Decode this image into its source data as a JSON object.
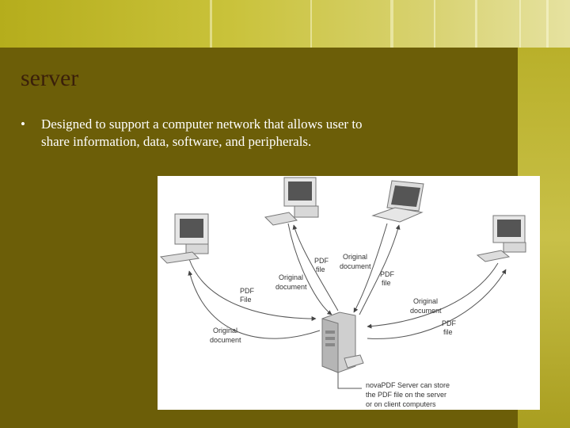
{
  "slide": {
    "title": "server",
    "bullet": "Designed to support a computer network that allows user to share information, data, software, and peripherals."
  },
  "diagram": {
    "labels": {
      "pdf_file_left": [
        "PDF",
        "File"
      ],
      "original_doc_left": [
        "Original",
        "document"
      ],
      "pdf_file_center": [
        "PDF",
        "file"
      ],
      "original_doc_center": [
        "Original",
        "document"
      ],
      "original_doc_top_right": [
        "Original",
        "document"
      ],
      "pdf_file_top_right": [
        "PDF",
        "file"
      ],
      "original_doc_right": [
        "Original",
        "document"
      ],
      "pdf_file_right": [
        "PDF",
        "file"
      ],
      "server_caption": [
        "novaPDF Server can store",
        "the PDF file on the server",
        "or on client computers"
      ]
    }
  },
  "colors": {
    "background": "#6b5d08",
    "title": "#3a1f0a",
    "text": "#ffffff"
  }
}
